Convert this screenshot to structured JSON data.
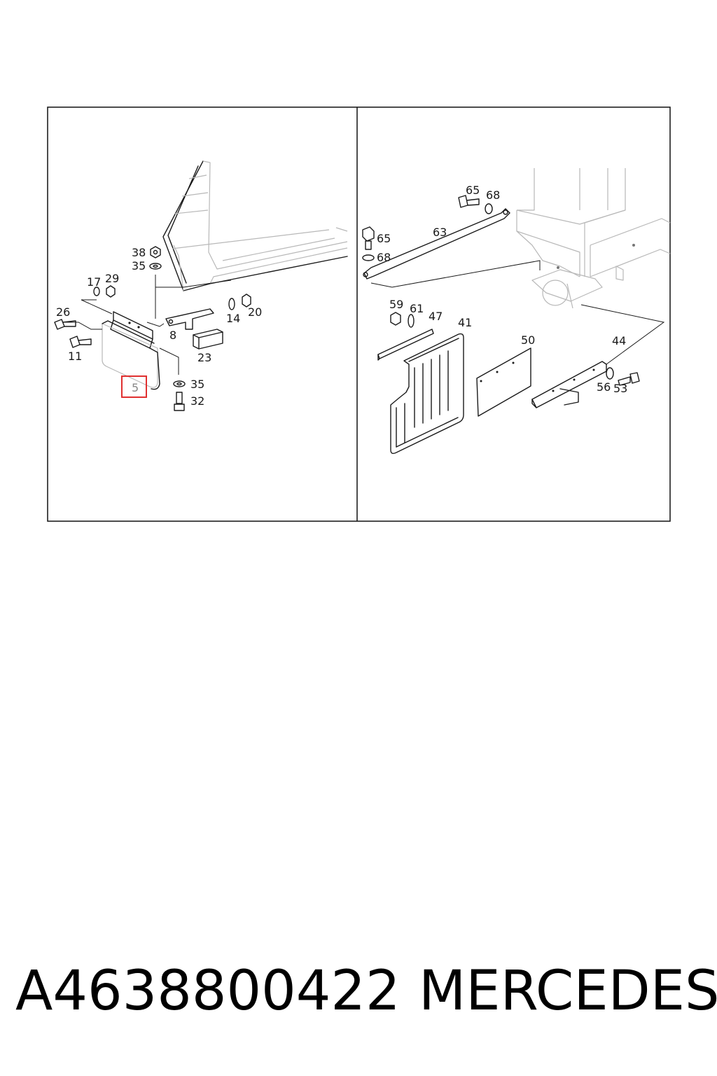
{
  "caption": {
    "part_number": "A4638800422",
    "brand": "MERCEDES"
  },
  "highlight_color": "#e03030",
  "left_panel": {
    "callouts": {
      "c38": "38",
      "c35a": "35",
      "c17": "17",
      "c29": "29",
      "c26": "26",
      "c11": "11",
      "c14": "14",
      "c20": "20",
      "c8": "8",
      "c23": "23",
      "c35b": "35",
      "c32": "32",
      "c5": "5"
    }
  },
  "right_panel": {
    "callouts": {
      "c65a": "65",
      "c68a": "68",
      "c63": "63",
      "c65b": "65",
      "c68b": "68",
      "c59": "59",
      "c61": "61",
      "c47": "47",
      "c41": "41",
      "c50": "50",
      "c44": "44",
      "c56": "56",
      "c53": "53"
    }
  }
}
